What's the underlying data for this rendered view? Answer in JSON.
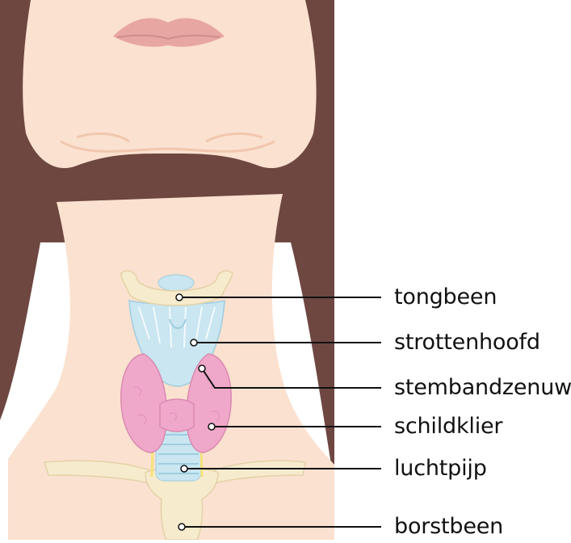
{
  "colors": {
    "hair": "#6e4741",
    "skin": "#fbe1cf",
    "skin_shadow": "#f0c7ae",
    "lips": "#e7a6a2",
    "bone": "#f6ebcd",
    "cartilage": "#c9e6f1",
    "thyroid": "#f0a8ca",
    "nerve": "#f6e27a",
    "leader_line": "#111111"
  },
  "labels": [
    {
      "id": "hyoid",
      "text": "tongbeen"
    },
    {
      "id": "larynx",
      "text": "strottenhoofd"
    },
    {
      "id": "nerve",
      "text": "stembandzenuw"
    },
    {
      "id": "thyroid",
      "text": "schildklier"
    },
    {
      "id": "trachea",
      "text": "luchtpijp"
    },
    {
      "id": "sternum",
      "text": "borstbeen"
    }
  ]
}
